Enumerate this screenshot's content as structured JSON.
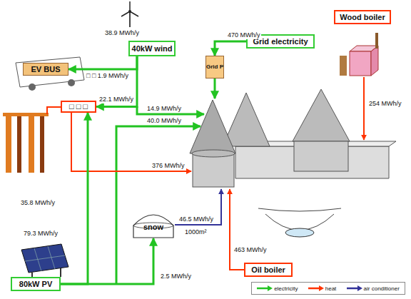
{
  "diagram": {
    "nodes": [
      {
        "text": [
          "40kW wind"
        ]
      },
      {
        "text": [
          "EV BUS"
        ]
      },
      {
        "text": [
          "□ □ □"
        ]
      },
      {
        "text": [
          "Grid electricity"
        ]
      },
      {
        "text": [
          "Grid P"
        ]
      },
      {
        "text": [
          "Wood boiler"
        ]
      },
      {
        "text": [
          "snow"
        ]
      },
      {
        "text": [
          "Oil boiler"
        ]
      },
      {
        "text": [
          "80kW PV"
        ]
      }
    ],
    "edges": [
      {
        "from": 0,
        "to": 1,
        "arrow": "to",
        "label": "□ □ 1.9 MWh/y"
      },
      {
        "from": 0,
        "to": 2,
        "arrow": "to",
        "label": "22.1 MWh/y"
      },
      {
        "from": 3,
        "to": 4,
        "arrow": "to",
        "label": "470 MWh/y"
      },
      {
        "from": 8,
        "to": 2,
        "arrow": "to"
      },
      {
        "from": 8,
        "to": 6,
        "arrow": "to",
        "label": "2.5 MWh/y"
      }
    ],
    "labels": [
      "38.9 MWh/y",
      "14.9 MWh/y",
      "40.0 MWh/y",
      "376 MWh/y",
      "35.8 MWh/y",
      "79.3 MWh/y",
      "46.5 MWh/y",
      "1000m²",
      "463 MWh/y",
      "254 MWh/y"
    ],
    "legend": [
      {
        "text": "electricity"
      },
      {
        "text": "heat"
      },
      {
        "text": "air conditioner"
      }
    ]
  }
}
